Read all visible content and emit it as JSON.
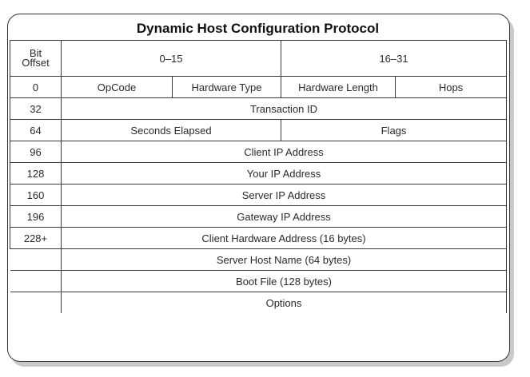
{
  "title": "Dynamic Host Configuration Protocol",
  "header": {
    "offset_label_line1": "Bit",
    "offset_label_line2": "Offset",
    "range_a": "0–15",
    "range_b": "16–31"
  },
  "rows": [
    {
      "offset": "0",
      "fields": [
        "OpCode",
        "Hardware Type",
        "Hardware Length",
        "Hops"
      ]
    },
    {
      "offset": "32",
      "fields": [
        "Transaction ID"
      ]
    },
    {
      "offset": "64",
      "fields": [
        "Seconds Elapsed",
        "Flags"
      ]
    },
    {
      "offset": "96",
      "fields": [
        "Client IP Address"
      ]
    },
    {
      "offset": "128",
      "fields": [
        "Your IP Address"
      ]
    },
    {
      "offset": "160",
      "fields": [
        "Server IP Address"
      ]
    },
    {
      "offset": "196",
      "fields": [
        "Gateway IP Address"
      ]
    },
    {
      "offset": "228+",
      "fields": [
        "Client Hardware Address (16 bytes)"
      ]
    },
    {
      "offset": "",
      "fields": [
        "Server Host Name (64 bytes)"
      ]
    },
    {
      "offset": "",
      "fields": [
        "Boot File (128 bytes)"
      ]
    },
    {
      "offset": "",
      "fields": [
        "Options"
      ]
    }
  ]
}
